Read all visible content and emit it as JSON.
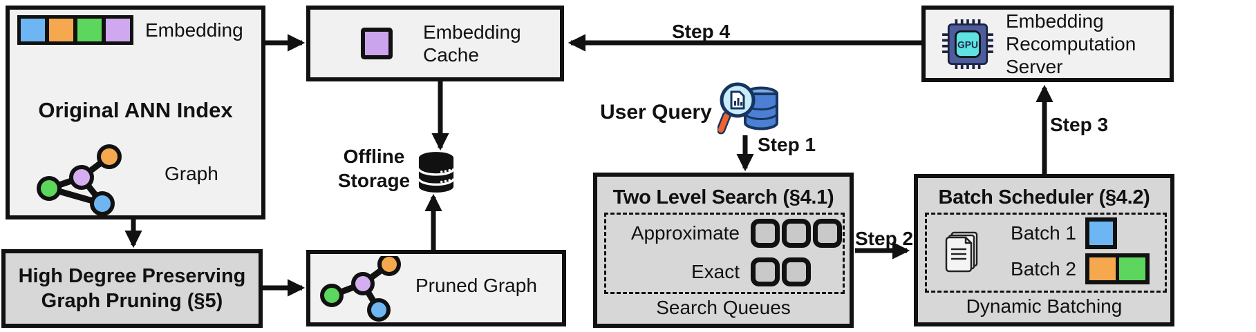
{
  "palette": {
    "light_box": "#f1f1f1",
    "gray_box": "#d7d7d7",
    "queue_fill": "#c9c9c9",
    "border": "#111111",
    "blue": "#6eb6f3",
    "orange": "#f6a84f",
    "green": "#5cd65c",
    "purple": "#cfa8ef"
  },
  "ann_index": {
    "embedding_label": "Embedding",
    "title": "Original ANN Index",
    "graph_label": "Graph"
  },
  "pruning": {
    "line1": "High Degree Preserving",
    "line2": "Graph Pruning (§5)"
  },
  "cache": {
    "label": "Embedding Cache"
  },
  "storage": {
    "label": "Offline Storage"
  },
  "pruned": {
    "label": "Pruned Graph"
  },
  "query": {
    "label": "User Query"
  },
  "search": {
    "title": "Two Level Search (§4.1)",
    "row1": "Approximate",
    "row2": "Exact",
    "footer": "Search Queues",
    "approximate_queue_count": 3,
    "exact_queue_count": 2
  },
  "scheduler": {
    "title": "Batch Scheduler (§4.2)",
    "batch1": "Batch 1",
    "batch2": "Batch 2",
    "footer": "Dynamic Batching"
  },
  "server": {
    "label": "Embedding Recomputation Server",
    "chip": "GPU"
  },
  "steps": {
    "s1": "Step 1",
    "s2": "Step 2",
    "s3": "Step 3",
    "s4": "Step 4"
  },
  "icons": {
    "storage": "database-icon",
    "query": "magnifier-database-icon",
    "scheduler": "documents-icon",
    "server": "gpu-chip-icon"
  }
}
